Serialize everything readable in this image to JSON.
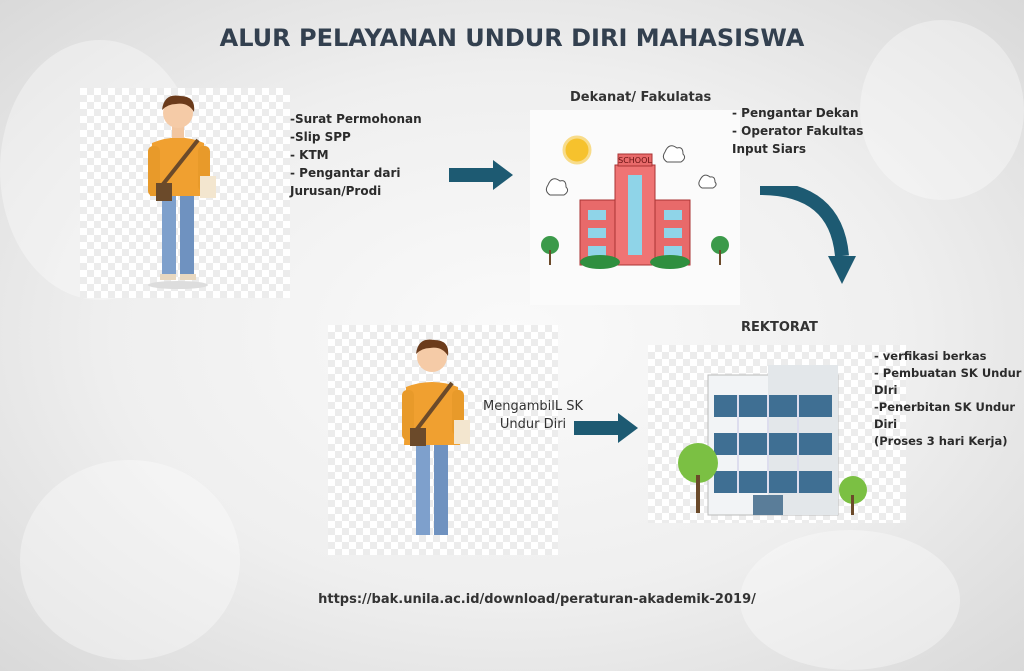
{
  "title": "ALUR PELAYANAN UNDUR DIRI MAHASISWA",
  "step1": {
    "items": [
      "-Surat Permohonan",
      "-Slip SPP",
      "- KTM",
      "- Pengantar dari",
      "Jurusan/Prodi"
    ]
  },
  "step2": {
    "label": "Dekanat/ Fakulatas",
    "sign": "SCHOOL",
    "items": [
      "- Pengantar Dekan",
      "- Operator Fakultas",
      "Input Siars"
    ]
  },
  "step3": {
    "label": "REKTORAT",
    "items": [
      "- verfikasi berkas",
      "- Pembuatan SK Undur",
      "DIri",
      "-Penerbitan SK Undur",
      "Diri",
      "(Proses 3 hari Kerja)"
    ]
  },
  "step4": {
    "label_line1": "MengambilL SK",
    "label_line2": "Undur Diri"
  },
  "source_url": "https://bak.unila.ac.id/download/peraturan-akademik-2019/",
  "colors": {
    "arrow": "#1d5a72",
    "title": "#33404f"
  }
}
